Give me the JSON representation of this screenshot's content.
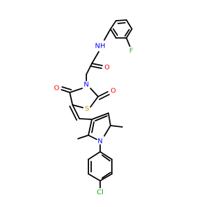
{
  "colors": {
    "bond": "#000000",
    "carbon": "#000000",
    "nitrogen": "#0000ff",
    "oxygen": "#ff0000",
    "sulfur": "#b8a000",
    "fluorine": "#3fa93f",
    "chlorine": "#00aa00"
  },
  "atom_labels": {
    "amide_nh": "NH",
    "fluoro_f": "F",
    "amide_o": "O",
    "thiazolidine_n": "N",
    "ring_o4": "O",
    "ring_o2": "O",
    "ring_s": "S",
    "pyrrole_n": "N",
    "chloro_cl": "Cl"
  }
}
